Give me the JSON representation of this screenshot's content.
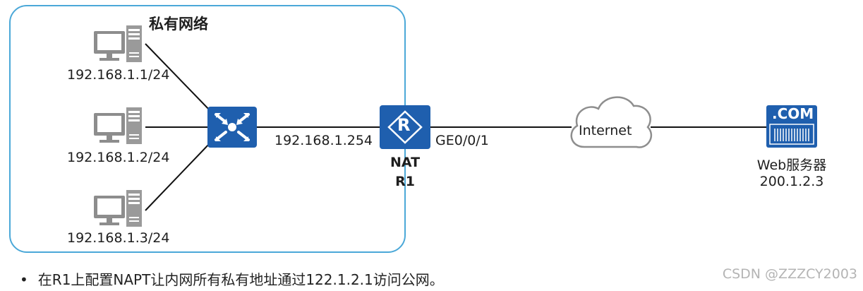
{
  "private_network": {
    "title": "私有网络"
  },
  "hosts": [
    {
      "ip": "192.168.1.1/24"
    },
    {
      "ip": "192.168.1.2/24"
    },
    {
      "ip": "192.168.1.3/24"
    }
  ],
  "switch": {
    "icon": "switch-icon"
  },
  "router": {
    "lan_ip": "192.168.1.254",
    "wan_interface": "GE0/0/1",
    "role": "NAT",
    "name": "R1",
    "icon_letter": "R"
  },
  "internet": {
    "label": "Internet"
  },
  "web_server": {
    "badge": ".COM",
    "name": "Web服务器",
    "ip": "200.1.2.3"
  },
  "caption": {
    "bullet": "•",
    "text": "在R1上配置NAPT让内网所有私有地址通过122.1.2.1访问公网。"
  },
  "watermark": "CSDN @ZZZCY2003",
  "colors": {
    "device_blue": "#1f5fae",
    "region_border": "#4ba8d8",
    "pc_gray": "#8a8a8a"
  }
}
